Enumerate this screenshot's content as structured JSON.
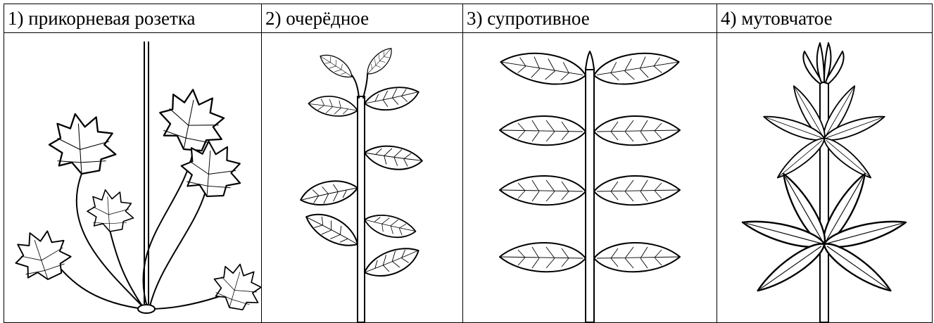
{
  "columns": [
    {
      "label": "1) прикорневая розетка"
    },
    {
      "label": "2) очерёдное"
    },
    {
      "label": "3) супротивное"
    },
    {
      "label": "4) мутовчатое"
    }
  ]
}
